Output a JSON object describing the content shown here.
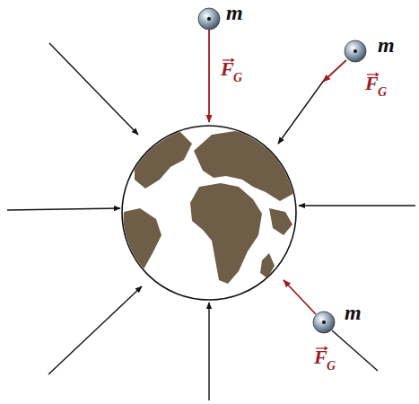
{
  "diagram": {
    "labels": [
      "m",
      "F",
      "G",
      "m",
      "F",
      "G",
      "m",
      "F",
      "G"
    ]
  }
}
